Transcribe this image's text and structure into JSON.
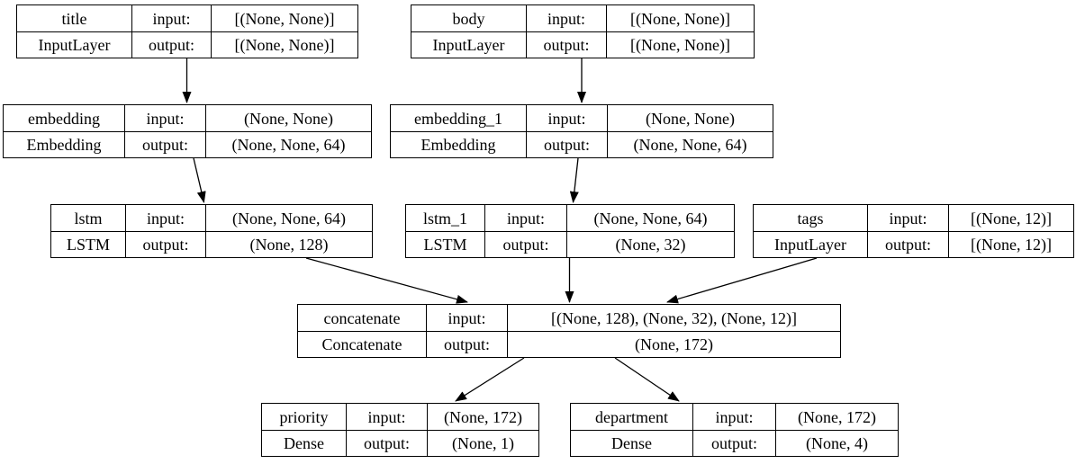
{
  "diagram": {
    "kind": "keras-model-architecture-graph",
    "background_color": "#ffffff",
    "line_color": "#000000",
    "text_color": "#000000"
  },
  "labels": {
    "input": "input:",
    "output": "output:"
  },
  "nodes": [
    {
      "id": "title",
      "name": "title",
      "layer_type": "InputLayer",
      "input_shape": "[(None, None)]",
      "output_shape": "[(None, None)]"
    },
    {
      "id": "body",
      "name": "body",
      "layer_type": "InputLayer",
      "input_shape": "[(None, None)]",
      "output_shape": "[(None, None)]"
    },
    {
      "id": "embedding",
      "name": "embedding",
      "layer_type": "Embedding",
      "input_shape": "(None, None)",
      "output_shape": "(None, None, 64)"
    },
    {
      "id": "embedding_1",
      "name": "embedding_1",
      "layer_type": "Embedding",
      "input_shape": "(None, None)",
      "output_shape": "(None, None, 64)"
    },
    {
      "id": "lstm",
      "name": "lstm",
      "layer_type": "LSTM",
      "input_shape": "(None, None, 64)",
      "output_shape": "(None, 128)"
    },
    {
      "id": "lstm_1",
      "name": "lstm_1",
      "layer_type": "LSTM",
      "input_shape": "(None, None, 64)",
      "output_shape": "(None, 32)"
    },
    {
      "id": "tags",
      "name": "tags",
      "layer_type": "InputLayer",
      "input_shape": "[(None, 12)]",
      "output_shape": "[(None, 12)]"
    },
    {
      "id": "concatenate",
      "name": "concatenate",
      "layer_type": "Concatenate",
      "input_shape": "[(None, 128), (None, 32), (None, 12)]",
      "output_shape": "(None, 172)"
    },
    {
      "id": "priority",
      "name": "priority",
      "layer_type": "Dense",
      "input_shape": "(None, 172)",
      "output_shape": "(None, 1)"
    },
    {
      "id": "department",
      "name": "department",
      "layer_type": "Dense",
      "input_shape": "(None, 172)",
      "output_shape": "(None, 4)"
    }
  ],
  "edges": [
    {
      "from": "title",
      "to": "embedding"
    },
    {
      "from": "body",
      "to": "embedding_1"
    },
    {
      "from": "embedding",
      "to": "lstm"
    },
    {
      "from": "embedding_1",
      "to": "lstm_1"
    },
    {
      "from": "lstm",
      "to": "concatenate"
    },
    {
      "from": "lstm_1",
      "to": "concatenate"
    },
    {
      "from": "tags",
      "to": "concatenate"
    },
    {
      "from": "concatenate",
      "to": "priority"
    },
    {
      "from": "concatenate",
      "to": "department"
    }
  ]
}
